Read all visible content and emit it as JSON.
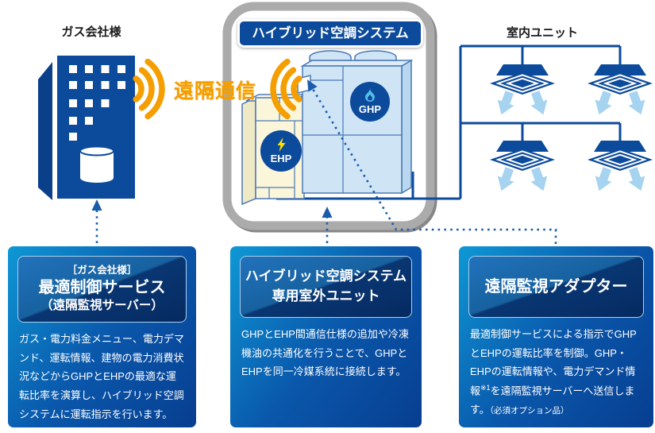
{
  "labels": {
    "gas_company": "ガス会社様",
    "remote_comm": "遠隔通信",
    "system_title": "ハイブリッド空調システム",
    "indoor_units": "室内ユニット",
    "ehp": "EHP",
    "ghp": "GHP"
  },
  "cards": [
    {
      "header_tag": "［ガス会社様］",
      "header_line1": "最適制御サービス",
      "header_line2": "（遠隔監視サーバー）",
      "body": "ガス・電力料金メニュー、電力デマンド、運転情報、建物の電力消費状況などからGHPとEHPの最適な運転比率を演算し、ハイブリッド空調システムに運転指示を行います。"
    },
    {
      "header_line1": "ハイブリッド空調システム",
      "header_line2": "専用室外ユニット",
      "body": "GHPとEHP間通信仕様の追加や冷凍機油の共通化を行うことで、GHPとEHPを同一冷媒系統に接続します。"
    },
    {
      "header_line1": "遠隔監視アダプター",
      "body_seg1": "最適制御サービスによる指示でGHPとEHPの運転比率を制御。GHP・EHPの運転情報や、電力デマンド情報",
      "body_sup": "※1",
      "body_seg2": "を遠隔監視サーバーへ送信します。",
      "body_note": "（必須オプション品）"
    }
  ],
  "colors": {
    "navy": "#0c4a9c",
    "orange": "#f59e00",
    "ghp_unit_fill": "#cfe5f6",
    "ehp_unit_fill": "#fbf6da",
    "frame_gray": "#ababab",
    "dotted_line": "#1a5cab",
    "card_gradient_start": "#0e98d5",
    "card_gradient_end": "#073e90",
    "bolt_yellow": "#ffe100",
    "flame_blue": "#56bdea"
  }
}
